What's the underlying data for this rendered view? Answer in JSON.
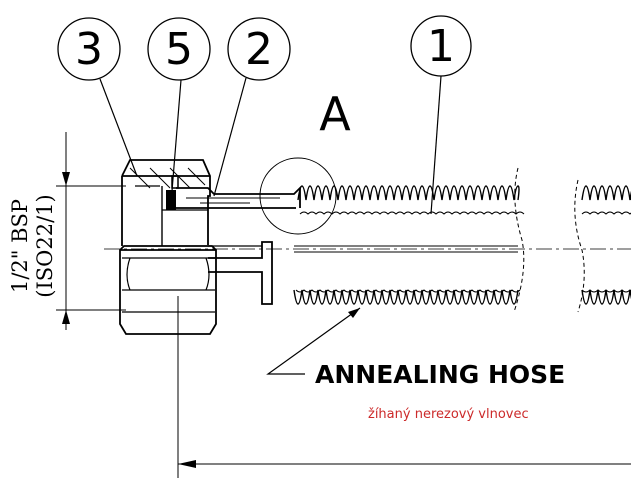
{
  "callouts": [
    {
      "number": "3"
    },
    {
      "number": "5"
    },
    {
      "number": "2"
    },
    {
      "number": "1"
    }
  ],
  "view_label": "A",
  "dimension": {
    "line1": "1/2\" BSP",
    "line2": "(ISO22/1)"
  },
  "hose_label": "ANNEALING HOSE",
  "hose_sublabel": "žíhaný nerezový vlnovec",
  "colors": {
    "line": "#000000",
    "sublabel": "#cc2a2a"
  }
}
